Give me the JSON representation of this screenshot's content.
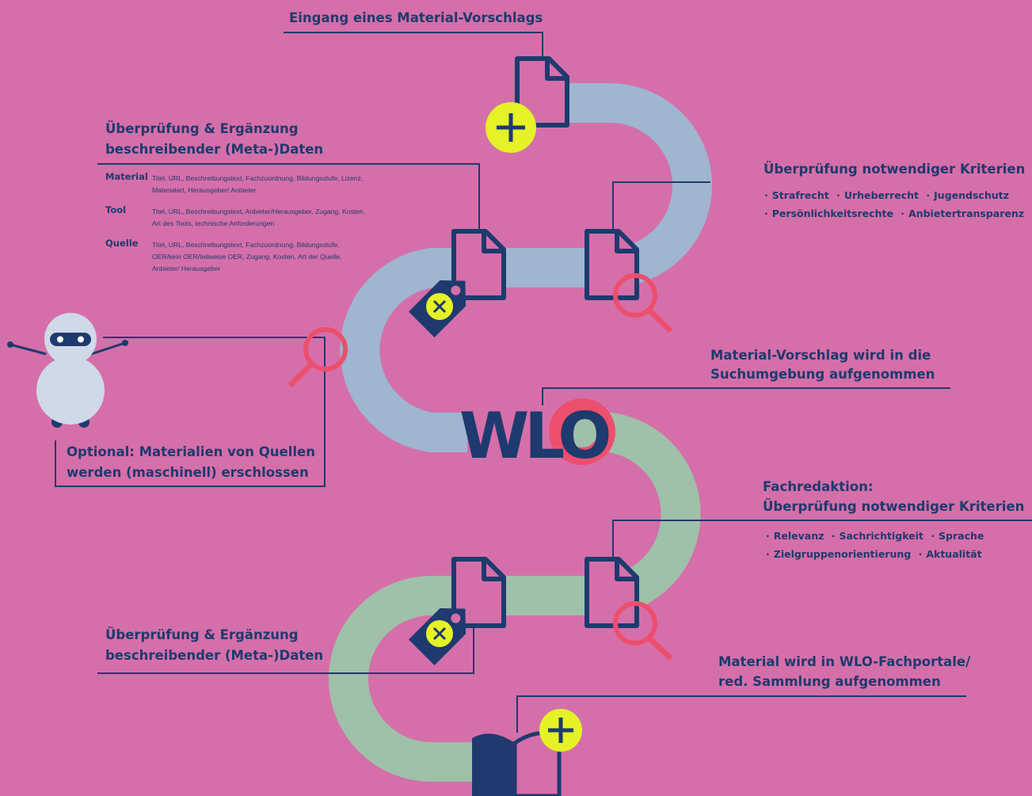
{
  "steps": {
    "eingang": "Eingang eines Material-Vorschlags",
    "meta1_line1": "Überprüfung & Ergänzung",
    "meta1_line2": "beschreibender (Meta-)Daten",
    "kriterien": "Überprüfung notwendiger Kriterien",
    "optional_line1": "Optional: Materialien von Quellen",
    "optional_line2": "werden (maschinell) erschlossen",
    "aufgenommen_line1": "Material-Vorschlag wird in die",
    "aufgenommen_line2": "Suchumgebung aufgenommen",
    "fachredaktion_line1": "Fachredaktion:",
    "fachredaktion_line2": "Überprüfung notwendiger Kriterien",
    "meta2_line1": "Überprüfung & Ergänzung",
    "meta2_line2": "beschreibender (Meta-)Daten",
    "fachportale_line1": "Material wird in WLO-Fachportale/",
    "fachportale_line2": "red. Sammlung aufgenommen"
  },
  "criteria1": [
    "Strafrecht",
    "Urheberrecht",
    "Jugendschutz",
    "Persönlichkeitsrechte",
    "Anbietertransparenz"
  ],
  "criteria2": [
    "Relevanz",
    "Sachrichtigkeit",
    "Sprache",
    "Zielgruppenorientierung",
    "Aktualität"
  ],
  "metadata": [
    {
      "label": "Material",
      "fields": "Titel, URL, Beschreibungstext, Fachzuordnung, Bildungsstufe, Lizenz, Materialart, Herausgeber/ Anbieter"
    },
    {
      "label": "Tool",
      "fields": "Titel, URL, Beschreibungstext, Anbieter/Herausgeber, Zugang, Kosten, Art des Tools, technische Anforderungen"
    },
    {
      "label": "Quelle",
      "fields": "Titel, URL, Beschreibungstext, Fachzuordnung, Bildungsstufe, OER/kein OER/teilweise OER, Zugang, Kosten, Art der Quelle, Anbieter/ Herausgeber"
    }
  ],
  "logo": "WLO",
  "colors": {
    "background": "#d56fa9",
    "navy": "#1e3a6e",
    "path_blue": "#9fb5d0",
    "path_green": "#9fc0a9",
    "lime": "#e4f227",
    "coral": "#ec4f6e"
  }
}
